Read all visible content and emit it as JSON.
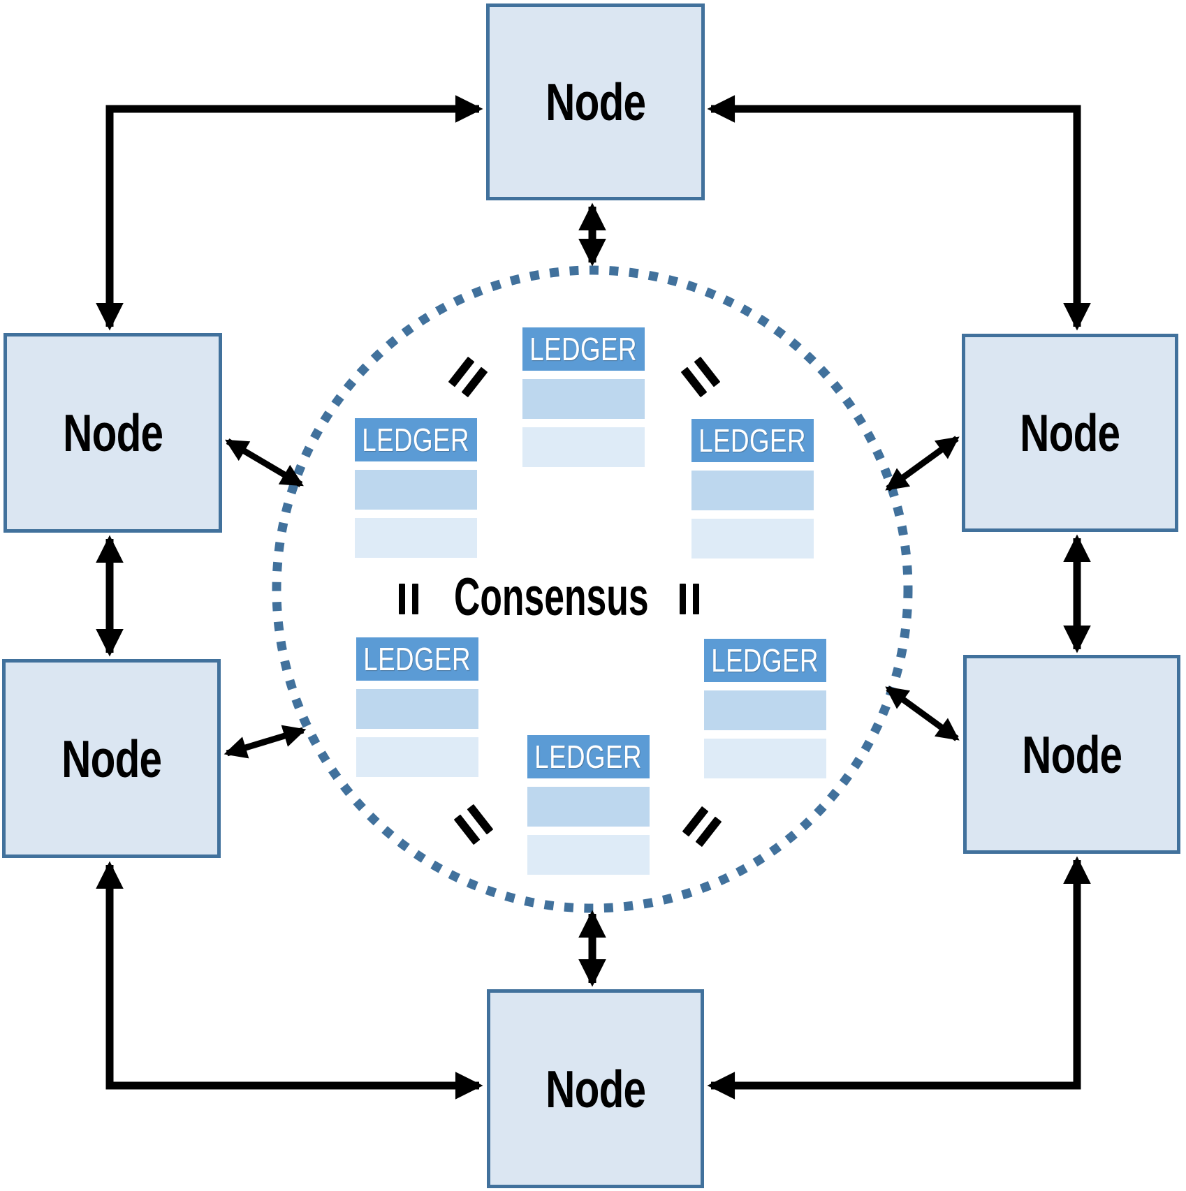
{
  "diagram": {
    "type": "blockchain-consensus-network",
    "center_label": "Consensus",
    "nodes": {
      "top": {
        "label": "Node"
      },
      "left_upper": {
        "label": "Node"
      },
      "left_lower": {
        "label": "Node"
      },
      "right_upper": {
        "label": "Node"
      },
      "right_lower": {
        "label": "Node"
      },
      "bottom": {
        "label": "Node"
      }
    },
    "ledgers": {
      "top_center": {
        "label": "LEDGER"
      },
      "upper_left": {
        "label": "LEDGER"
      },
      "upper_right": {
        "label": "LEDGER"
      },
      "lower_left": {
        "label": "LEDGER"
      },
      "lower_right": {
        "label": "LEDGER"
      },
      "bottom_center": {
        "label": "LEDGER"
      }
    },
    "colors": {
      "node_fill": "#dbe6f2",
      "node_border": "#41719c",
      "ledger_header": "#5b9bd5",
      "ledger_row_mid": "#bdd7ee",
      "ledger_row_light": "#deebf7",
      "circle_dots": "#41719c",
      "arrow": "#000000",
      "text": "#000000",
      "ledger_text": "#ffffff",
      "bg": "#ffffff"
    }
  }
}
